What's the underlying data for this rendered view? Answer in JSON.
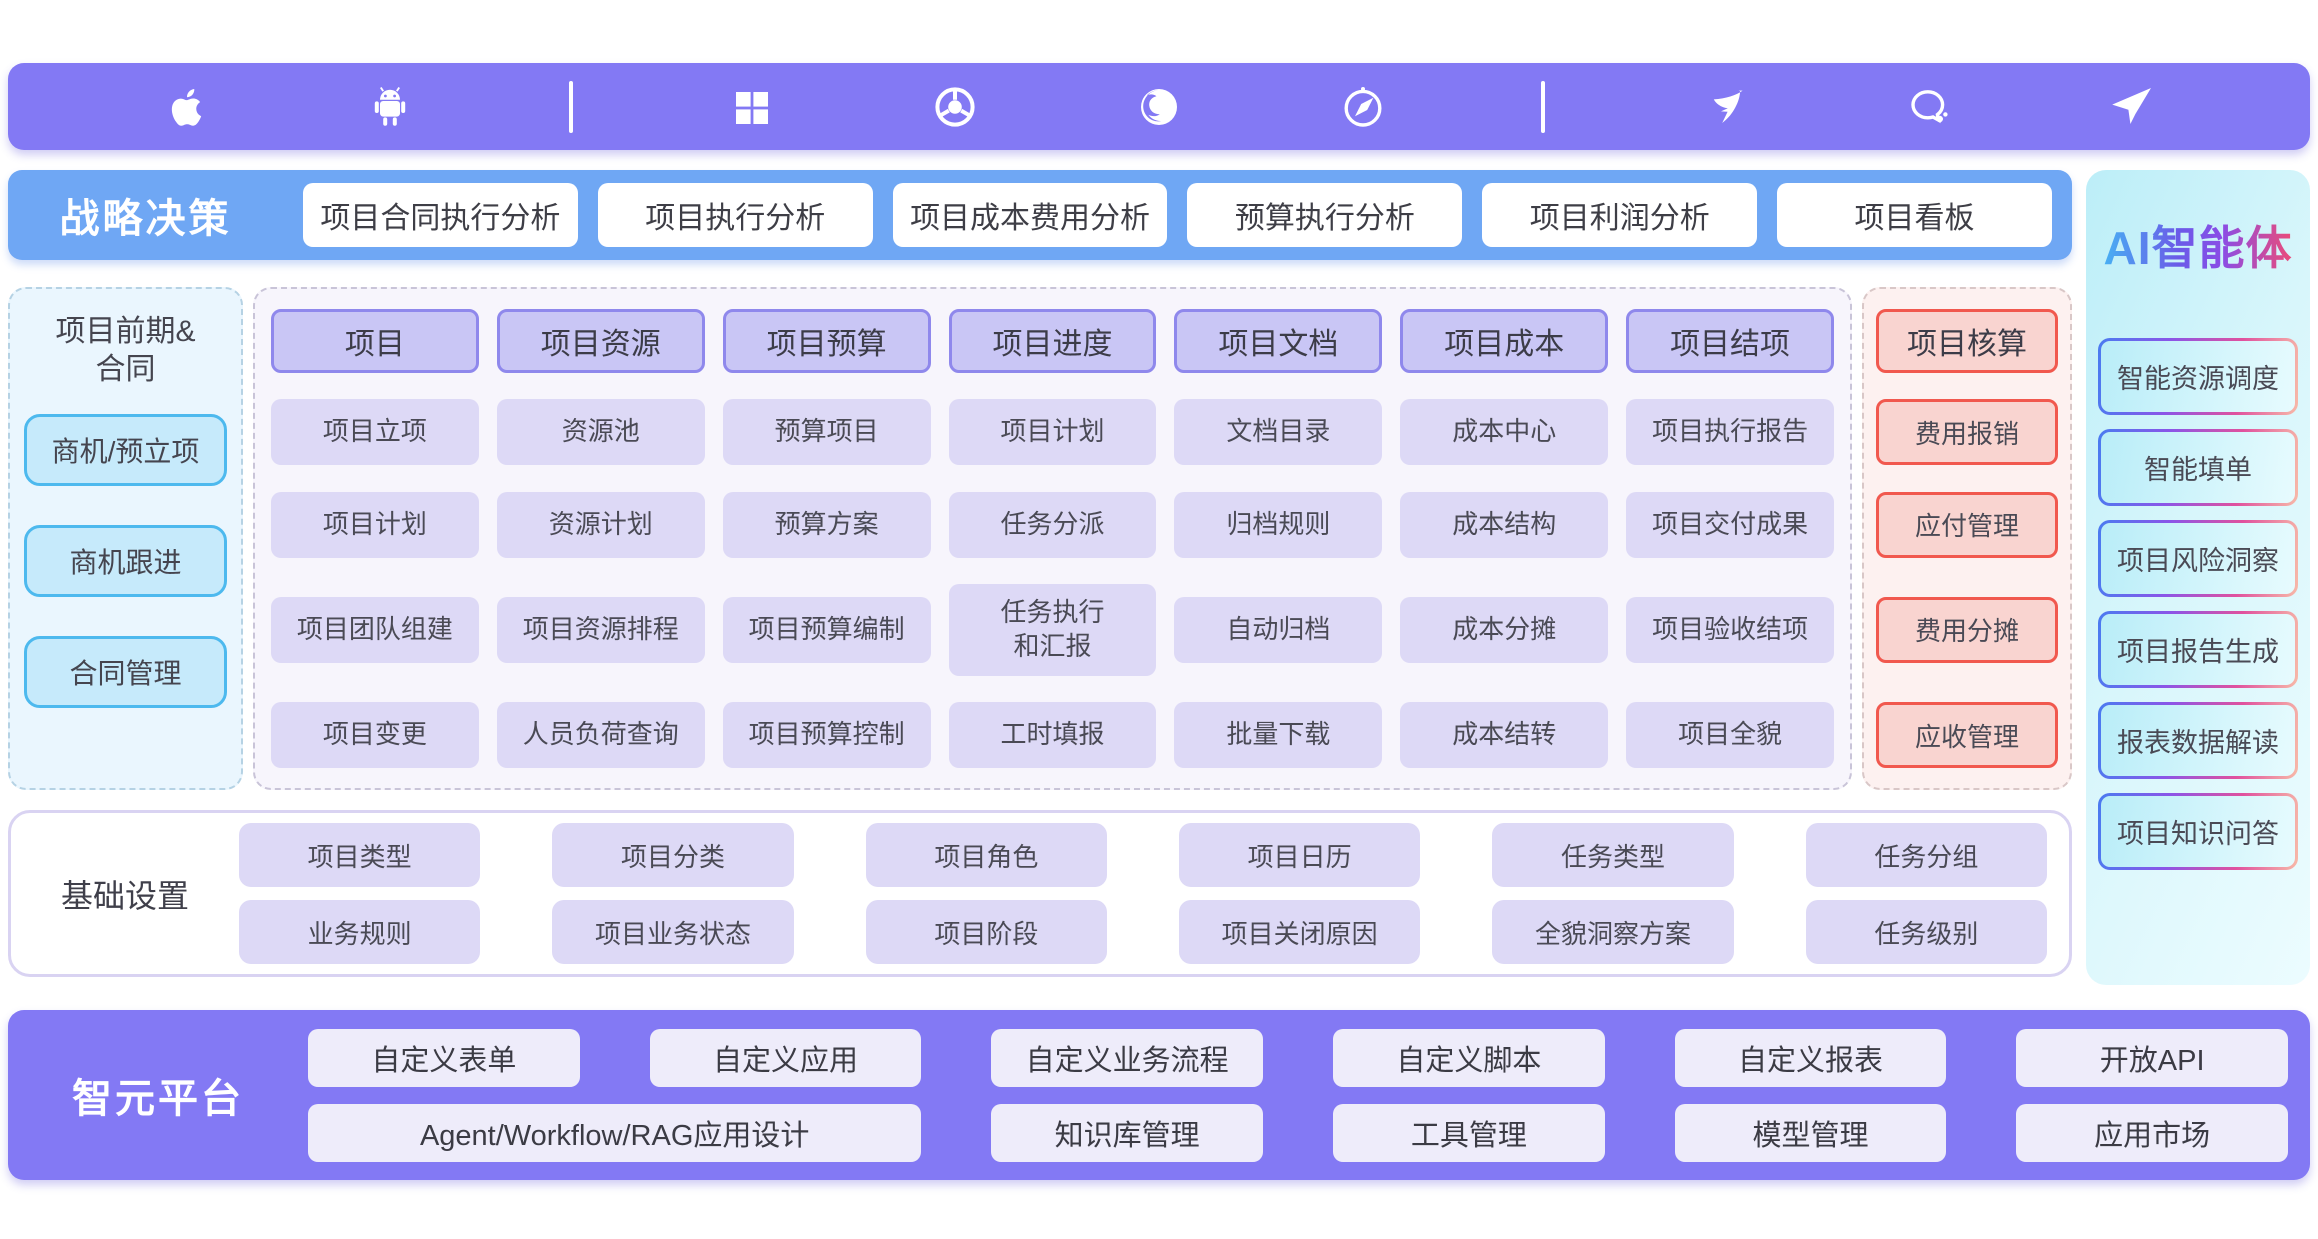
{
  "topbar": {
    "icons": [
      "apple",
      "android",
      "divider",
      "windows",
      "chrome",
      "firefox",
      "safari",
      "divider",
      "dingtalk",
      "wecom",
      "paper-plane"
    ]
  },
  "strategy": {
    "title": "战略决策",
    "items": [
      "项目合同执行分析",
      "项目执行分析",
      "项目成本费用分析",
      "预算执行分析",
      "项目利润分析",
      "项目看板"
    ]
  },
  "presales": {
    "title": "项目前期&\n合同",
    "items": [
      "商机/预立项",
      "商机跟进",
      "合同管理"
    ]
  },
  "main_grid": {
    "columns": [
      {
        "header": "项目",
        "cells": [
          "项目立项",
          "项目计划",
          "项目团队组建",
          "项目变更"
        ]
      },
      {
        "header": "项目资源",
        "cells": [
          "资源池",
          "资源计划",
          "项目资源排程",
          "人员负荷查询"
        ]
      },
      {
        "header": "项目预算",
        "cells": [
          "预算项目",
          "预算方案",
          "项目预算编制",
          "项目预算控制"
        ]
      },
      {
        "header": "项目进度",
        "cells": [
          "项目计划",
          "任务分派",
          "任务执行\n和汇报",
          "工时填报"
        ]
      },
      {
        "header": "项目文档",
        "cells": [
          "文档目录",
          "归档规则",
          "自动归档",
          "批量下载"
        ]
      },
      {
        "header": "项目成本",
        "cells": [
          "成本中心",
          "成本结构",
          "成本分摊",
          "成本结转"
        ]
      },
      {
        "header": "项目结项",
        "cells": [
          "项目执行报告",
          "项目交付成果",
          "项目验收结项",
          "项目全貌"
        ]
      }
    ]
  },
  "accounting": {
    "header": "项目核算",
    "cells": [
      "费用报销",
      "应付管理",
      "费用分摊",
      "应收管理"
    ]
  },
  "ai": {
    "title": "AI智能体",
    "items": [
      "智能资源调度",
      "智能填单",
      "项目风险洞察",
      "项目报告生成",
      "报表数据解读",
      "项目知识问答"
    ]
  },
  "basic": {
    "title": "基础设置",
    "columns": [
      [
        "项目类型",
        "业务规则"
      ],
      [
        "项目分类",
        "项目业务状态"
      ],
      [
        "项目角色",
        "项目阶段"
      ],
      [
        "项目日历",
        "项目关闭原因"
      ],
      [
        "任务类型",
        "全貌洞察方案"
      ],
      [
        "任务分组",
        "任务级别"
      ]
    ]
  },
  "platform": {
    "title": "智元平台",
    "row1": [
      "自定义表单",
      "自定义应用",
      "自定义业务流程",
      "自定义脚本",
      "自定义报表",
      "开放API"
    ],
    "row2": [
      "Agent/Workflow/RAG应用设计",
      "知识库管理",
      "工具管理",
      "模型管理",
      "应用市场"
    ]
  },
  "colors": {
    "purple_bar": "#8379f4",
    "blue_bar": "#6fa7f4",
    "lavender_header_fill": "#c9c6f5",
    "lavender_header_border": "#8f88ec",
    "lavender_cell": "#ddd9f6",
    "red_fill": "#f9d4d0",
    "red_border": "#f1584e",
    "cyan_fill": "#c6eafb",
    "cyan_border": "#4db9ee",
    "ai_title_gradient": [
      "#45b6f4",
      "#6a5be8",
      "#f34b70"
    ]
  }
}
